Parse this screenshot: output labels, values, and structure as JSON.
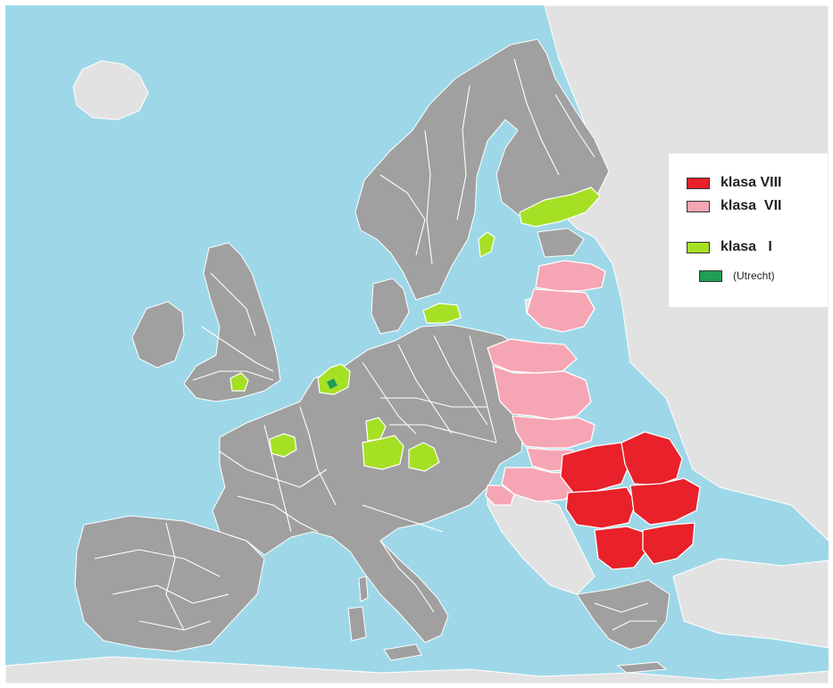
{
  "colors": {
    "sea": "#9ed8e8",
    "eu_region": "#a0a0a0",
    "non_eu": "#e2e2e2",
    "switzerland": "#ececec",
    "border": "#ffffff",
    "class_viii": "#e8212a",
    "class_vii": "#f6a5b4",
    "class_i": "#a6e025",
    "utrecht": "#1f9e55"
  },
  "legend": {
    "items": [
      {
        "label": "klasa VIII",
        "color": "#e8212a"
      },
      {
        "label": "klasa  VII",
        "color": "#f6a5b4"
      },
      {
        "label": "klasa   I",
        "color": "#a6e025"
      },
      {
        "label": "(Utrecht)",
        "color": "#1f9e55"
      }
    ]
  }
}
